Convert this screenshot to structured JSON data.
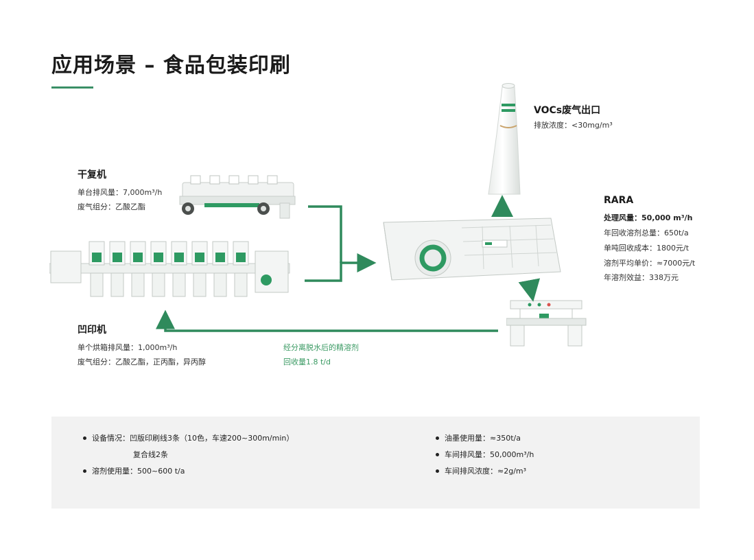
{
  "page": {
    "title": "应用场景 – 食品包装印刷"
  },
  "dry_laminator": {
    "name": "干复机",
    "lines": [
      "单台排风量：7,000m³/h",
      "废气组分：乙酸乙酯"
    ]
  },
  "gravure_press": {
    "name": "凹印机",
    "lines": [
      "单个烘箱排风量：1,000m³/h",
      "废气组分：乙酸乙酯，正丙酯，异丙醇"
    ]
  },
  "voc_outlet": {
    "name": "VOCs废气出口",
    "lines": [
      "排放浓度：<30mg/m³"
    ]
  },
  "rara": {
    "name": "RARA",
    "lines": [
      "处理风量：50,000 m³/h",
      "年回收溶剂总量：650t/a",
      "单吨回收成本：1800元/t",
      "溶剂平均单价：≈7000元/t",
      "年溶剂效益：338万元"
    ]
  },
  "recovery": {
    "lines": [
      "经分离脱水后的精溶剂",
      "回收量1.8 t/d"
    ]
  },
  "summary": {
    "left": [
      {
        "text": "设备情况：凹版印刷线3条（10色，车速200~300m/min）",
        "continuation": "复合线2条"
      },
      {
        "text": "溶剂使用量：500~600 t/a"
      }
    ],
    "right": [
      {
        "text": "油墨使用量：≈350t/a"
      },
      {
        "text": "车间排风量：50,000m³/h"
      },
      {
        "text": "车间排风浓度：≈2g/m³"
      }
    ]
  },
  "colors": {
    "accent": "#3a8f66",
    "arrow": "#2f8a5c",
    "machine_green": "#2e9a62",
    "panel_bg": "#f2f2f2"
  }
}
